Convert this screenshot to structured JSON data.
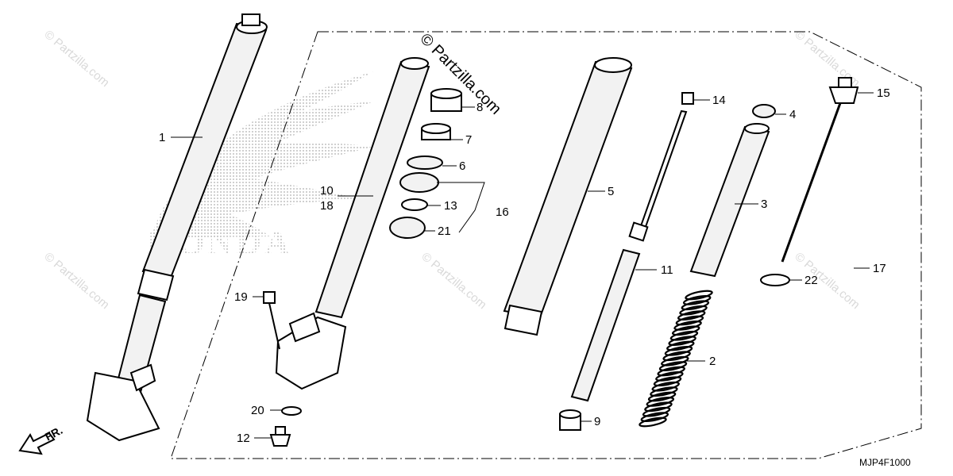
{
  "diagram": {
    "watermark_main": "© Partzilla.com",
    "watermark_faint": "© Partzilla.com",
    "brand_logo_text": "HONDA",
    "front_marker": "FR.",
    "diagram_code": "MJP4F1000",
    "callouts": {
      "p1": "1",
      "p2": "2",
      "p3": "3",
      "p4": "4",
      "p5": "5",
      "p6": "6",
      "p7": "7",
      "p8": "8",
      "p9": "9",
      "p10": "10",
      "p11": "11",
      "p12": "12",
      "p13": "13",
      "p14": "14",
      "p15": "15",
      "p16": "16",
      "p17": "17",
      "p18": "18",
      "p19": "19",
      "p20": "20",
      "p21": "21",
      "p22": "22"
    }
  }
}
